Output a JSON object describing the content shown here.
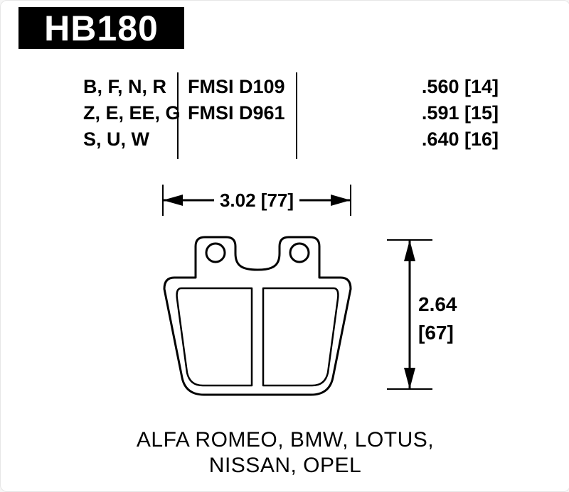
{
  "part_number": "HB180",
  "spec_table": {
    "compound_rows": [
      "B, F, N, R",
      "Z, E, EE, G",
      "S, U, W"
    ],
    "fmsi_rows": [
      "FMSI D109",
      "FMSI D961"
    ],
    "thickness_rows": [
      ".560 [14]",
      ".591 [15]",
      ".640 [16]"
    ]
  },
  "dimensions": {
    "width_label": "3.02 [77]",
    "height_value": "2.64",
    "height_bracket": "[67]"
  },
  "applications": {
    "line1": "ALFA ROMEO, BMW, LOTUS,",
    "line2": "NISSAN, OPEL"
  },
  "colors": {
    "ink": "#000000",
    "background": "#ffffff"
  }
}
